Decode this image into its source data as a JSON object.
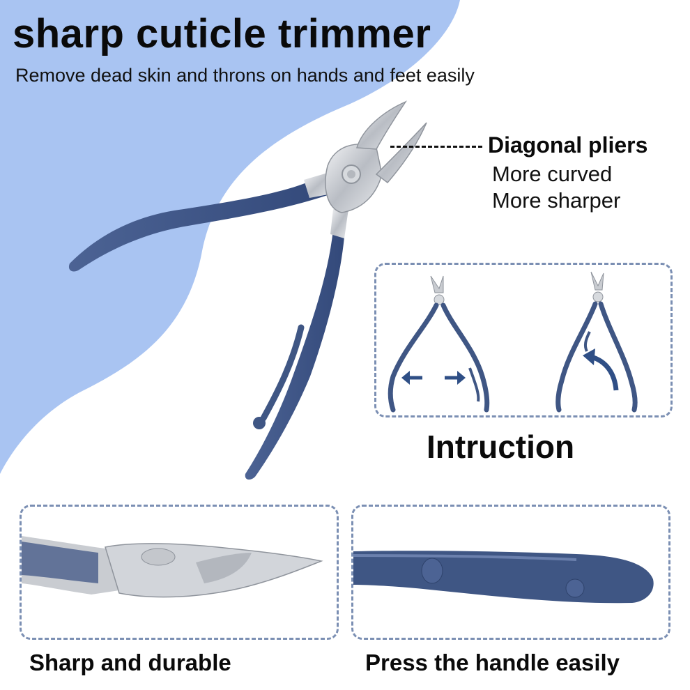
{
  "header": {
    "title": "sharp cuticle trimmer",
    "subtitle": "Remove dead skin and throns on hands and feet easily"
  },
  "feature": {
    "heading": "Diagonal pliers",
    "lines": [
      "More curved",
      "More  sharper"
    ]
  },
  "instruction": {
    "label": "Intruction"
  },
  "details": [
    {
      "label": "Sharp and durable"
    },
    {
      "label": "Press the handle easily"
    }
  ],
  "colors": {
    "background": "#ffffff",
    "wave": "#a9c4f2",
    "handle": "#3f5684",
    "steel": "#c9ccd1",
    "dash_border": "#7b8fb3",
    "arrow": "#2f4f86"
  },
  "icons": [
    "arrow-left-icon",
    "arrow-right-icon",
    "curved-arrow-icon"
  ]
}
